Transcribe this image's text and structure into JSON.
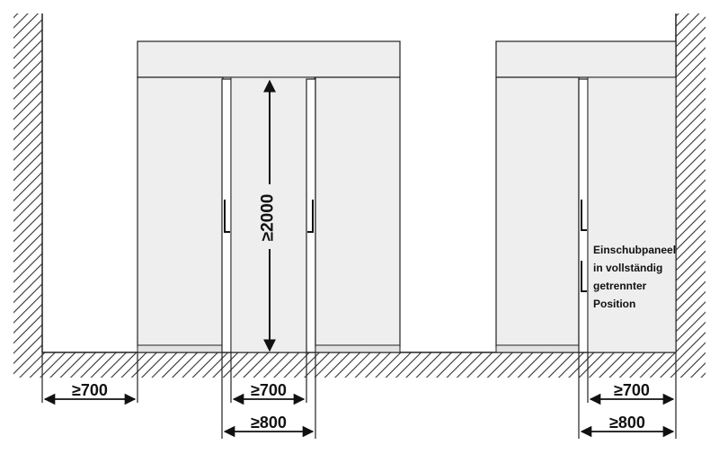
{
  "dimensions": {
    "height_label": "≥2000",
    "left_gap_label": "≥700",
    "center_gap_label": "≥700",
    "center_outer_label": "≥800",
    "right_gap_label": "≥700",
    "right_outer_label": "≥800"
  },
  "annotation": {
    "line1": "Einschubpaneel",
    "line2": "in vollständig",
    "line3": "getrennter",
    "line4": "Position"
  },
  "colors": {
    "panel_fill": "#eeeeee",
    "stroke": "#222222",
    "hatch": "#333333",
    "background": "#ffffff"
  }
}
